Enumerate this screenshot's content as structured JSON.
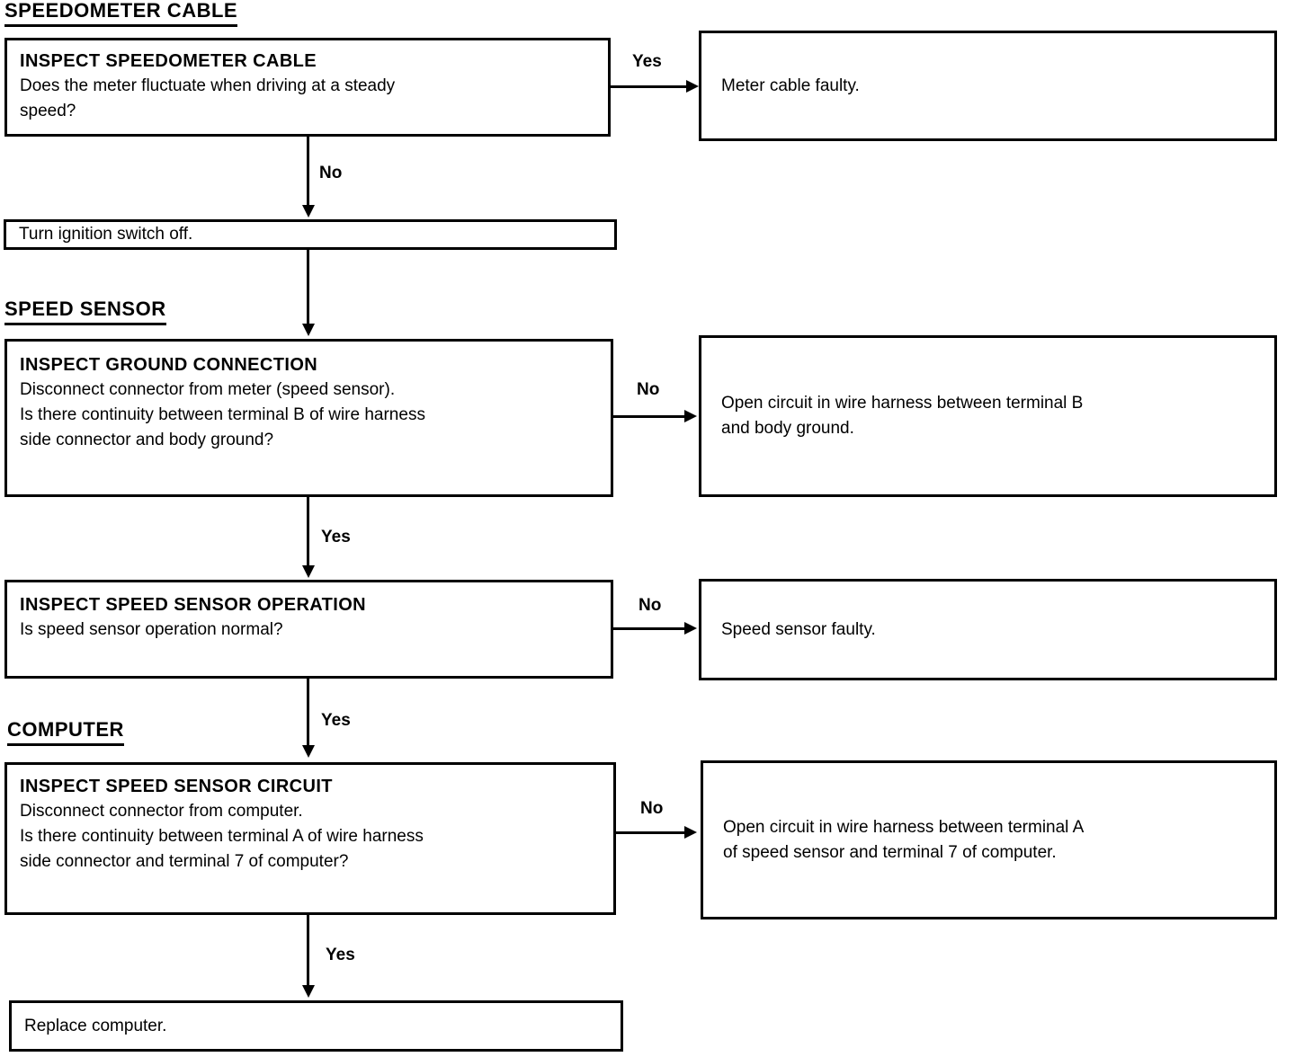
{
  "document": {
    "kind": "troubleshooting-flowchart"
  },
  "sections": [
    {
      "id": "speedometer-cable",
      "label": "SPEEDOMETER CABLE"
    },
    {
      "id": "speed-sensor",
      "label": "SPEED SENSOR"
    },
    {
      "id": "computer",
      "label": "COMPUTER"
    }
  ],
  "boxes": {
    "inspect_speedometer_cable": {
      "title": "INSPECT SPEEDOMETER CABLE",
      "line1": "Does the meter fluctuate when driving at a steady",
      "line2": "speed?"
    },
    "meter_cable_faulty": {
      "line1": "Meter cable faulty."
    },
    "turn_ignition_off": {
      "line1": "Turn ignition switch off."
    },
    "inspect_ground_connection": {
      "title": "INSPECT GROUND CONNECTION",
      "line1": "Disconnect connector from meter (speed sensor).",
      "line2": "Is there continuity between terminal B of wire harness",
      "line3": "side connector and body ground?"
    },
    "open_circuit_terminal_b": {
      "line1": "Open circuit in wire harness between terminal B",
      "line2": "and body ground."
    },
    "inspect_speed_sensor_operation": {
      "title": "INSPECT SPEED SENSOR OPERATION",
      "line1": "Is speed sensor operation normal?"
    },
    "speed_sensor_faulty": {
      "line1": "Speed sensor faulty."
    },
    "inspect_speed_sensor_circuit": {
      "title": "INSPECT SPEED SENSOR CIRCUIT",
      "line1": "Disconnect connector from computer.",
      "line2": "Is there continuity between terminal A of wire harness",
      "line3": "side connector and terminal 7 of computer?"
    },
    "open_circuit_terminal_a": {
      "line1": "Open circuit in wire harness between terminal A",
      "line2": "of speed sensor and terminal 7 of computer."
    },
    "replace_computer": {
      "line1": "Replace computer."
    }
  },
  "edges": {
    "cable_yes": "Yes",
    "cable_no": "No",
    "ground_no": "No",
    "ground_yes": "Yes",
    "operation_no": "No",
    "operation_yes": "Yes",
    "circuit_no": "No",
    "circuit_yes": "Yes"
  },
  "colors": {
    "ink": "#000000",
    "paper": "#ffffff"
  }
}
